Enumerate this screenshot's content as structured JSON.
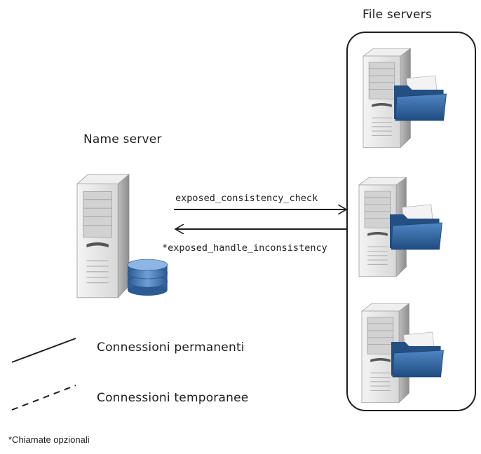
{
  "diagram": {
    "file_servers_title": "File servers",
    "name_server_label": "Name server",
    "arrow_right_label": "exposed_consistency_check",
    "arrow_left_label": "*exposed_handle_inconsistency",
    "legend": {
      "solid_label": "Connessioni permanenti",
      "dashed_label": "Connessioni temporanee"
    },
    "footnote": "*Chiamate opzionali"
  },
  "icons": {
    "name_server": "server-with-database-icon",
    "file_server": "server-with-folder-icon"
  },
  "colors": {
    "line": "#1e1e1e",
    "server_body": "#e4e4e4",
    "folder": "#2c5e98",
    "database": "#3d6fa8"
  }
}
